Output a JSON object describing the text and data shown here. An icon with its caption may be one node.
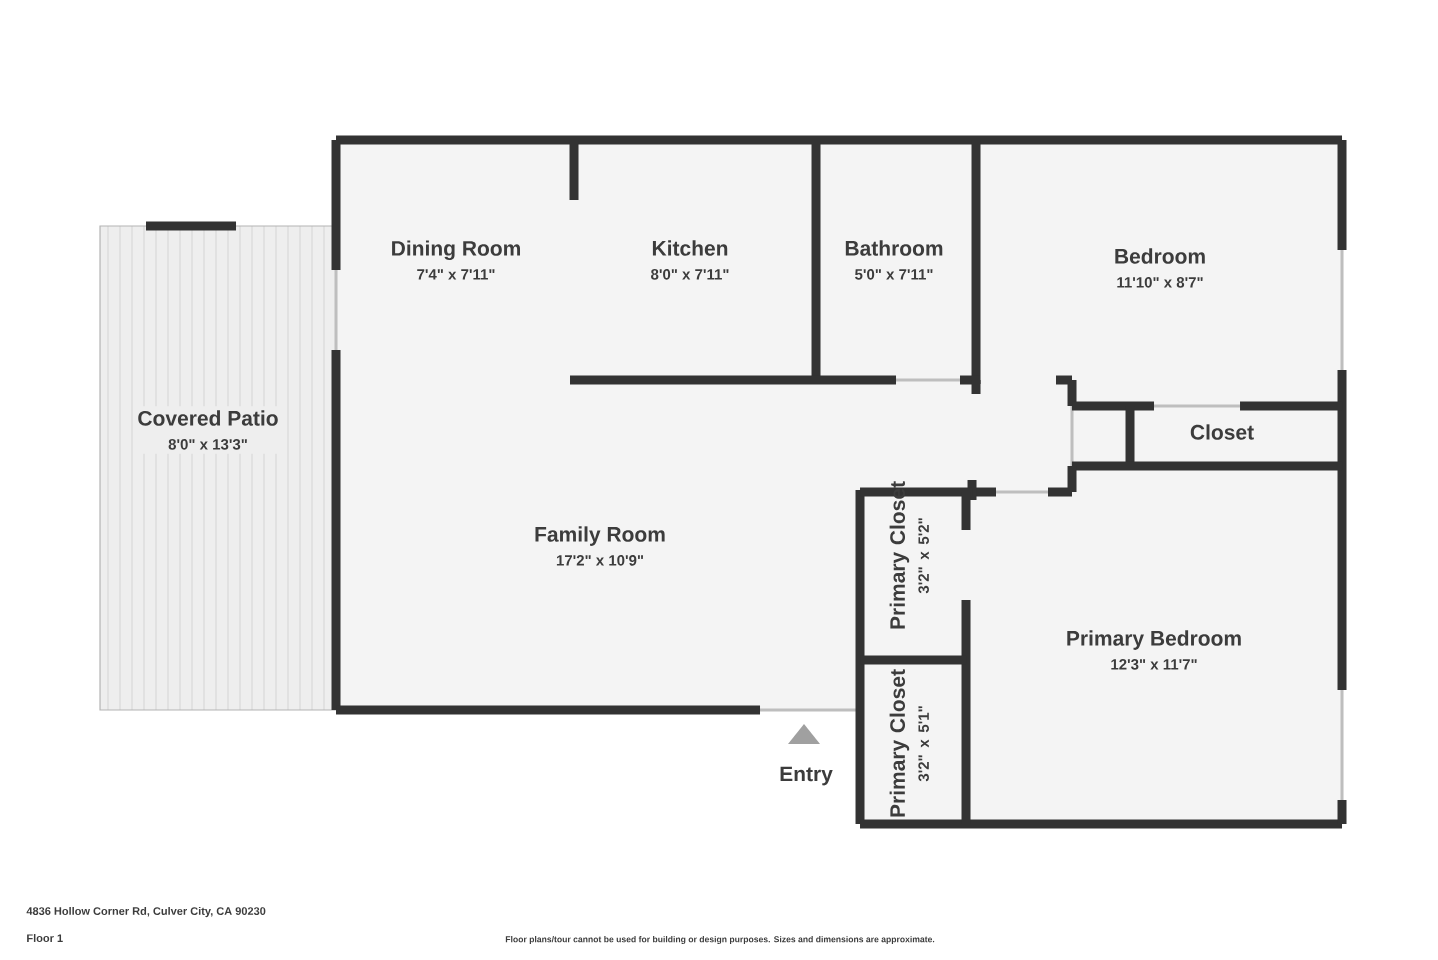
{
  "diagram": {
    "nodes": [
      {
        "text": [
          "Dining Room",
          "7'4\" x 7'11\""
        ]
      },
      {
        "text": [
          "Kitchen",
          "8'0\" x 7'11\""
        ]
      },
      {
        "text": [
          "Bathroom",
          "5'0\" x 7'11\""
        ]
      },
      {
        "text": [
          "Bedroom",
          "11'10\" x 8'7\""
        ]
      },
      {
        "text": [
          "Covered Patio",
          "8'0\" x 13'3\""
        ]
      },
      {
        "text": [
          "Closet"
        ]
      },
      {
        "text": [
          "Family Room",
          "17'2\" x 10'9\""
        ]
      },
      {
        "text": [
          "Primary Closet",
          "3'2\" x 5'2\""
        ]
      },
      {
        "text": [
          "Primary Bedroom",
          "12'3\" x 11'7\""
        ]
      },
      {
        "text": [
          "Primary Closet",
          "3'2\" x 5'1\""
        ]
      }
    ],
    "labels": [
      "Entry",
      "4836 Hollow Corner Rd, Culver City, CA 90230",
      "Floor 1",
      "Floor plans/tour cannot be used for building or design purposes. Sizes and dimensions are approximate."
    ]
  }
}
